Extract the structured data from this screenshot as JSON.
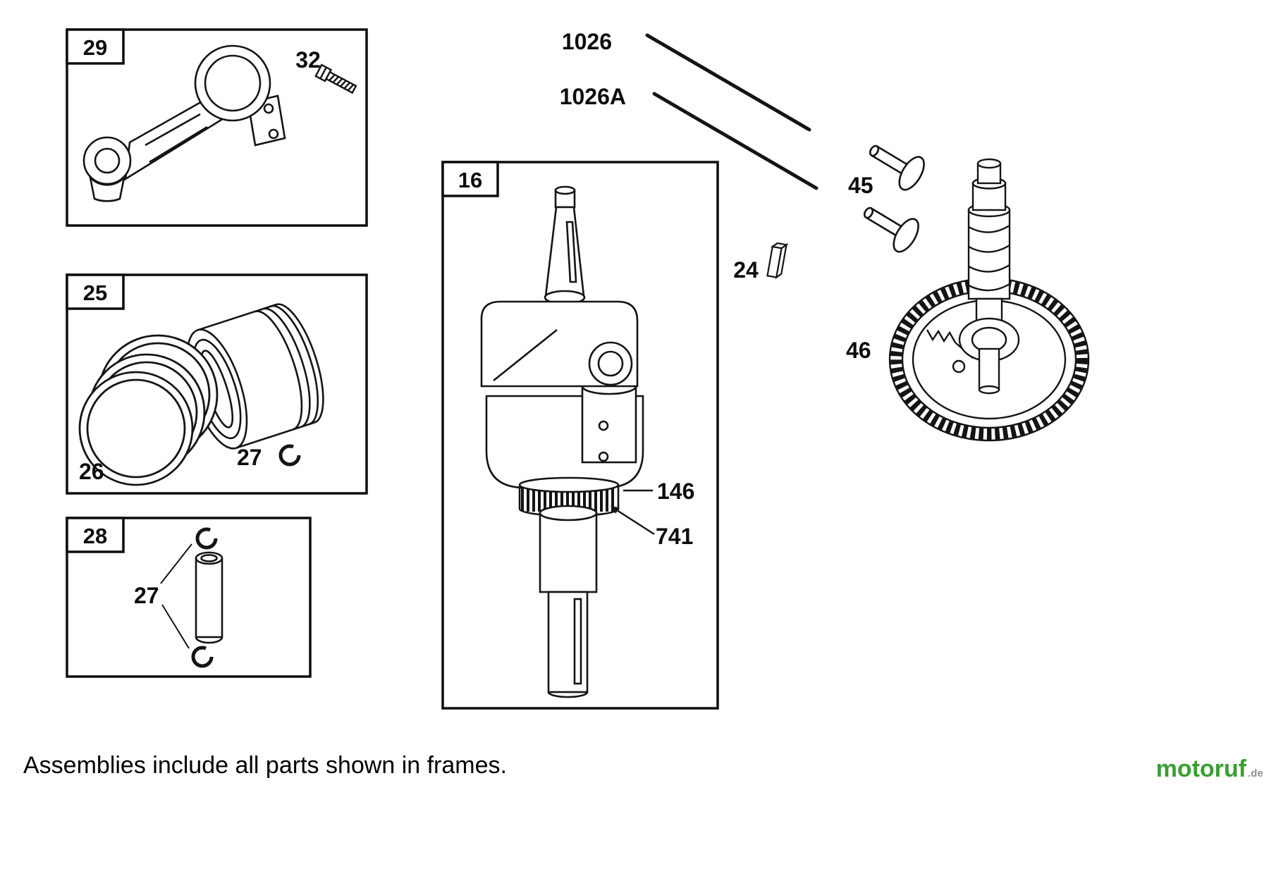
{
  "page": {
    "footer_note": "Assemblies include all parts shown in frames."
  },
  "watermark": {
    "brand": "motoruf",
    "tld": ".de",
    "brand_color": "#3a9e32",
    "tld_color": "#8f8f8f"
  },
  "frames": {
    "connecting_rod": {
      "label": "29"
    },
    "piston": {
      "label": "25"
    },
    "piston_pin": {
      "label": "28"
    },
    "crankshaft": {
      "label": "16"
    }
  },
  "parts": {
    "rod_bolt": {
      "label": "32"
    },
    "piston_rings": {
      "label": "26"
    },
    "piston_ring_clip": {
      "label": "27"
    },
    "piston_pin_clip": {
      "label": "27"
    },
    "push_rod": {
      "label": "1026"
    },
    "push_rod_alt": {
      "label": "1026A"
    },
    "valve_tappet": {
      "label": "45"
    },
    "crankshaft_key": {
      "label": "24"
    },
    "camshaft_gear": {
      "label": "46"
    },
    "timing_gear": {
      "label": "146"
    },
    "timing_gear_teeth": {
      "label": "741"
    }
  }
}
